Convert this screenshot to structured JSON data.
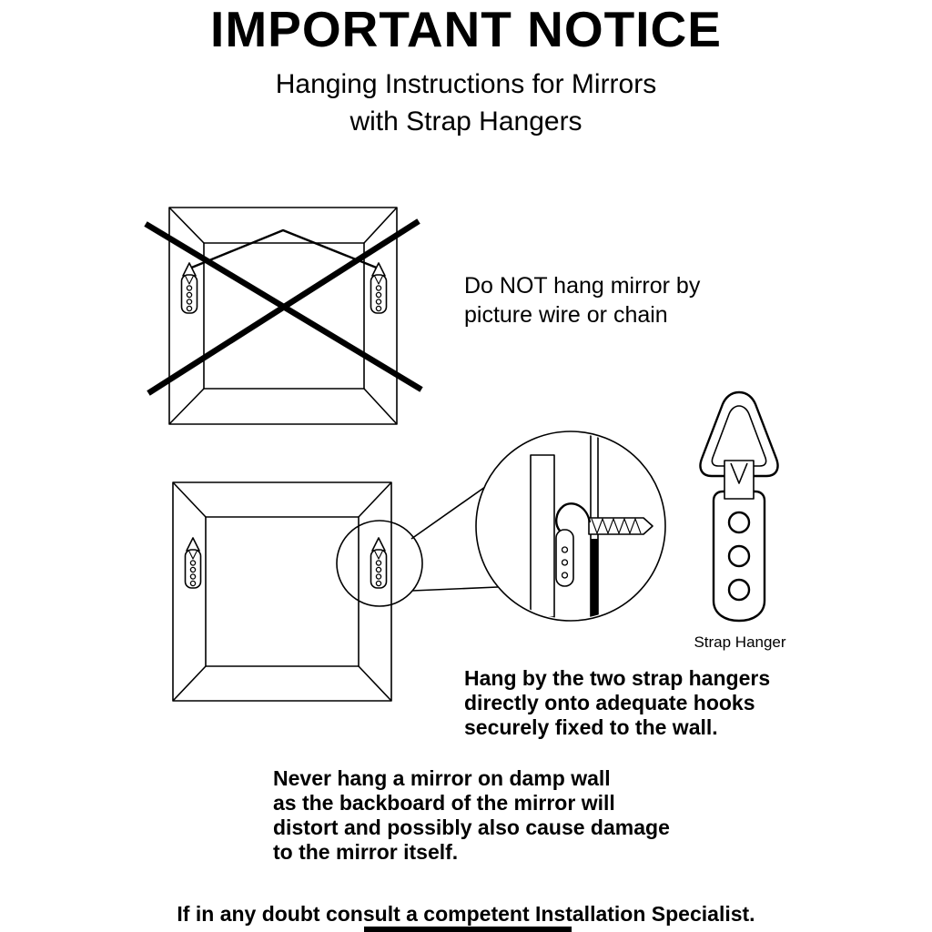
{
  "page": {
    "background": "#ffffff",
    "ink": "#000000",
    "title": "IMPORTANT NOTICE",
    "subtitle": "Hanging Instructions for Mirrors\nwith Strap Hangers"
  },
  "notes": {
    "do_not": "Do NOT hang mirror by\npicture wire or chain",
    "hang_by": "Hang by the two strap hangers\ndirectly onto adequate hooks\nsecurely fixed to the wall.",
    "damp_wall": "Never hang a mirror on damp wall\nas the backboard of the mirror will\ndistort and possibly also cause damage\nto the mirror itself.",
    "specialist": "If in any doubt consult a competent Installation Specialist."
  },
  "labels": {
    "strap_hanger": "Strap Hanger"
  },
  "icons": {
    "prohibition_cross": "large X over mirror hung by wire",
    "magnifier_circle": "enlarged detail of strap hanger on wall hook",
    "strap_hanger_detail": "strap hanger with triangular loop and three screw holes"
  }
}
